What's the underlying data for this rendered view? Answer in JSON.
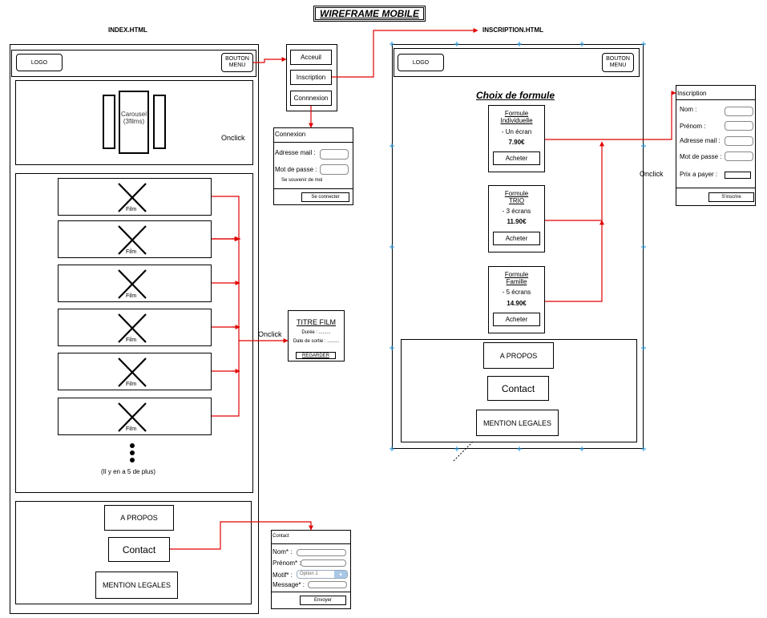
{
  "title": "WIREFRAME MOBILE",
  "index": {
    "heading": "INDEX.HTML",
    "logo": "LOGO",
    "menu_btn_l1": "BOUTON",
    "menu_btn_l2": "MENU",
    "carousel_l1": "Carousel",
    "carousel_l2": "(3films)",
    "onclick_carousel": "Onclick",
    "film_label": "Film",
    "more_text": "(Il y en a 5 de plus)",
    "onclick_films": "Onclick",
    "footer": {
      "about": "A PROPOS",
      "contact": "Contact",
      "legal": "MENTION LEGALES"
    }
  },
  "menu": {
    "items": [
      "Acceuil",
      "Inscription",
      "Connnexion"
    ]
  },
  "connexion": {
    "title": "Connexion",
    "email_label": "Adresse mail :",
    "password_label": "Mot de passe :",
    "remember": "Se souvenir de moi",
    "submit": "Se connecter"
  },
  "film_detail": {
    "title": "TITRE FILM",
    "duration": "Durée : .........",
    "release": "Date de sortie : .........",
    "watch": "REGARDER"
  },
  "contact_form": {
    "title": "Contact",
    "nom": "Nom* :",
    "prenom": "Prénom* :",
    "motif": "Motif* :",
    "option": "Option 1",
    "message": "Message* :",
    "submit": "Envoyer"
  },
  "inscription": {
    "heading": "INSCRIPTION.HTML",
    "logo": "LOGO",
    "menu_btn_l1": "BOUTON",
    "menu_btn_l2": "MENU",
    "choice_title": "Choix de formule",
    "plans": [
      {
        "name_l1": "Formule",
        "name_l2": "Individuelle",
        "screens": "- Un écran",
        "price": "7.90€",
        "buy": "Acheter"
      },
      {
        "name_l1": "Formule",
        "name_l2": "TRIO",
        "screens": "- 3 écrans",
        "price": "11.90€",
        "buy": "Acheter"
      },
      {
        "name_l1": "Formule",
        "name_l2": "Famille",
        "screens": "- 5 écrans",
        "price": "14.90€",
        "buy": "Acheter"
      }
    ],
    "onclick": "Onclick",
    "footer": {
      "about": "A PROPOS",
      "contact": "Contact",
      "legal": "MENTION LEGALES"
    }
  },
  "signup_form": {
    "title": "Inscription",
    "nom": "Nom :",
    "prenom": "Prénom :",
    "email": "Adresse mail :",
    "password": "Mot de passe :",
    "price": "Prix a payer :",
    "submit": "S'inscrire"
  },
  "colors": {
    "connector": "#e00000",
    "selection": "#1e8fd6"
  }
}
